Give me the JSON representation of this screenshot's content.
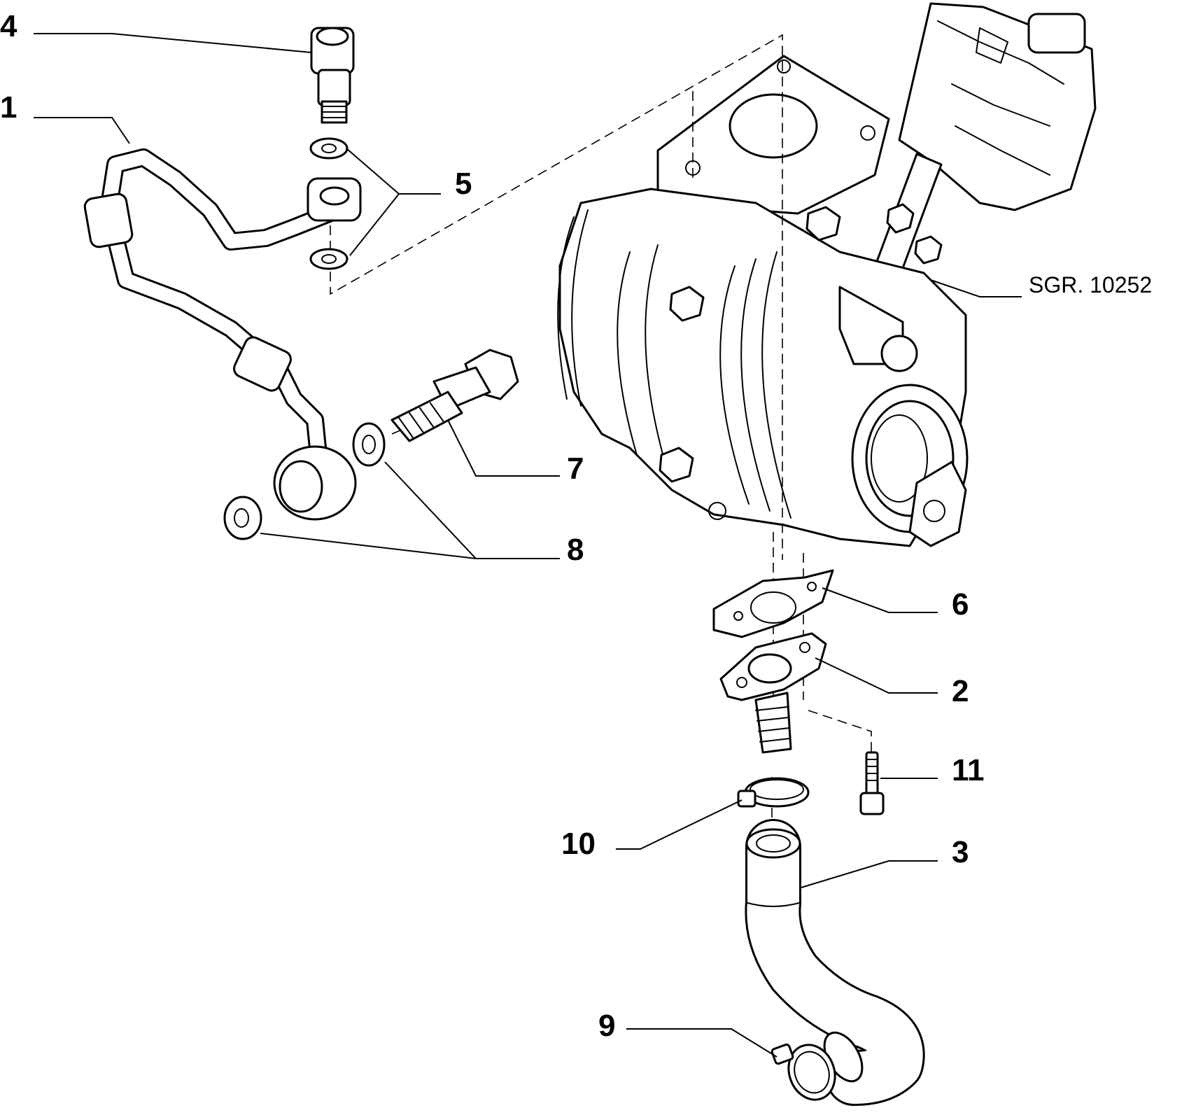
{
  "diagram": {
    "callouts": [
      {
        "id": "1",
        "label": "1"
      },
      {
        "id": "2",
        "label": "2"
      },
      {
        "id": "3",
        "label": "3"
      },
      {
        "id": "4",
        "label": "4"
      },
      {
        "id": "5",
        "label": "5"
      },
      {
        "id": "6",
        "label": "6"
      },
      {
        "id": "7",
        "label": "7"
      },
      {
        "id": "8",
        "label": "8"
      },
      {
        "id": "9",
        "label": "9"
      },
      {
        "id": "10",
        "label": "10"
      },
      {
        "id": "11",
        "label": "11"
      }
    ],
    "reference": "SGR. 10252"
  }
}
